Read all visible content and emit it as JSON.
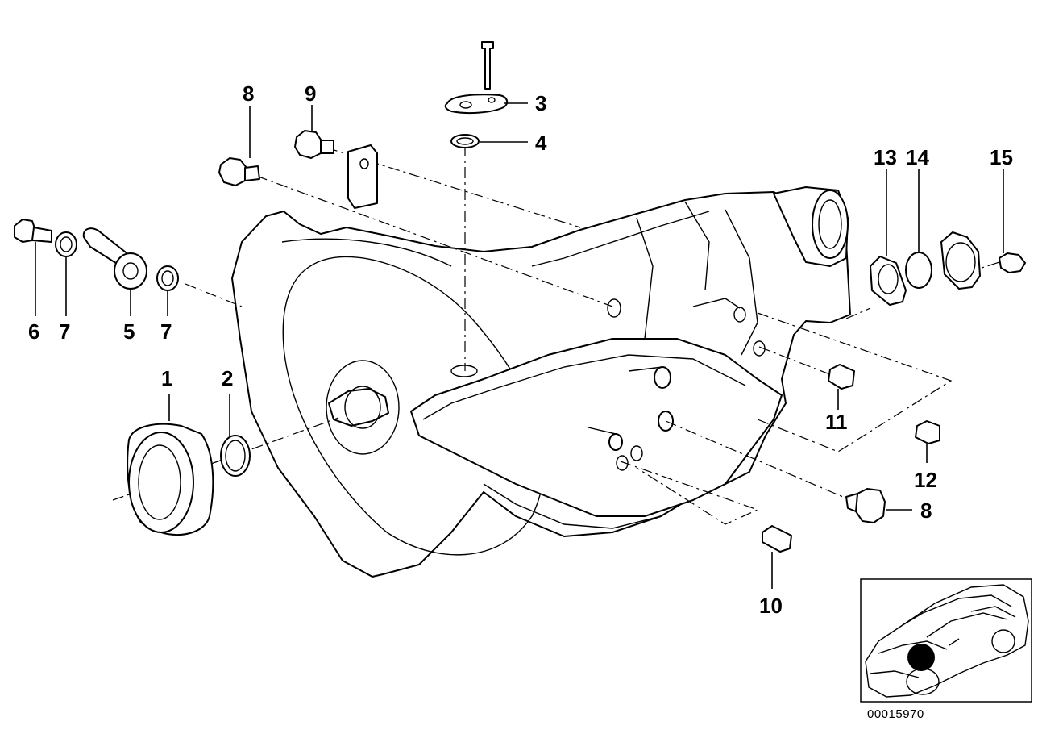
{
  "diagram": {
    "drawing_number": "00015970",
    "callouts": [
      {
        "id": "callout-1",
        "label": "1"
      },
      {
        "id": "callout-2",
        "label": "2"
      },
      {
        "id": "callout-3",
        "label": "3"
      },
      {
        "id": "callout-4",
        "label": "4"
      },
      {
        "id": "callout-5",
        "label": "5"
      },
      {
        "id": "callout-6",
        "label": "6"
      },
      {
        "id": "callout-7a",
        "label": "7"
      },
      {
        "id": "callout-7b",
        "label": "7"
      },
      {
        "id": "callout-8a",
        "label": "8"
      },
      {
        "id": "callout-8b",
        "label": "8"
      },
      {
        "id": "callout-9",
        "label": "9"
      },
      {
        "id": "callout-10",
        "label": "10"
      },
      {
        "id": "callout-11",
        "label": "11"
      },
      {
        "id": "callout-12",
        "label": "12"
      },
      {
        "id": "callout-13",
        "label": "13"
      },
      {
        "id": "callout-14",
        "label": "14"
      },
      {
        "id": "callout-15",
        "label": "15"
      }
    ],
    "colors": {
      "line": "#000000",
      "background": "#ffffff",
      "highlight_dot": "#000000"
    }
  }
}
